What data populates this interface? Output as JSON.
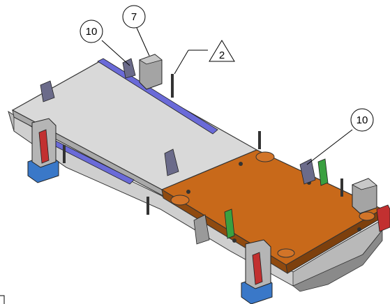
{
  "callouts": [
    {
      "label": "10",
      "shape": "circle"
    },
    {
      "label": "7",
      "shape": "circle"
    },
    {
      "label": "2",
      "shape": "triangle"
    },
    {
      "label": "10",
      "shape": "circle"
    }
  ],
  "colors": {
    "grey_plate": "#d8d8d8",
    "orange_plate": "#c8691a",
    "frame": "#bdbdbd",
    "blue_rail": "#6a6ad8",
    "blue_base": "#3a78c8",
    "red_part": "#c23030",
    "green_part": "#3aa040"
  }
}
